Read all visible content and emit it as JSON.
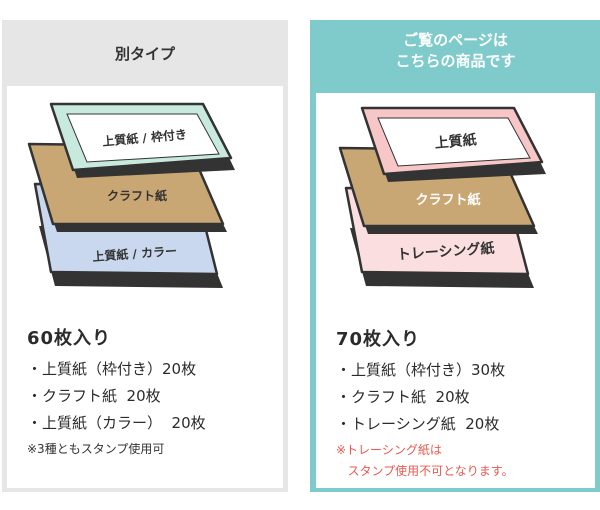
{
  "left": {
    "header": "別タイプ",
    "stack": {
      "top": "上質紙 / 枠付き",
      "middle": "クラフト紙",
      "bottom": "上質紙 / カラー"
    },
    "count": "60枚入り",
    "items": [
      "・上質紙（枠付き）20枚",
      "・クラフト紙  20枚",
      "・上質紙（カラー）  20枚"
    ],
    "note": "※3種ともスタンプ使用可",
    "colors": {
      "top": "#c8e9dd",
      "middle": "#c9a774",
      "bottom": "#c9d8ef"
    }
  },
  "right": {
    "header_line1": "ご覧のページは",
    "header_line2": "こちらの商品です",
    "stack": {
      "top": "上質紙",
      "middle": "クラフト紙",
      "bottom": "トレーシング紙"
    },
    "count": "70枚入り",
    "items": [
      "・上質紙（枠付き）30枚",
      "・クラフト紙  20枚",
      "・トレーシング紙  20枚"
    ],
    "note_line1": "※トレーシング紙は",
    "note_line2": "   スタンプ使用不可となります。",
    "colors": {
      "top": "#f7c6c7",
      "middle": "#c9a774",
      "bottom": "#fbdfe0",
      "accent": "#7fcbcc",
      "warning": "#e85a4f"
    }
  }
}
